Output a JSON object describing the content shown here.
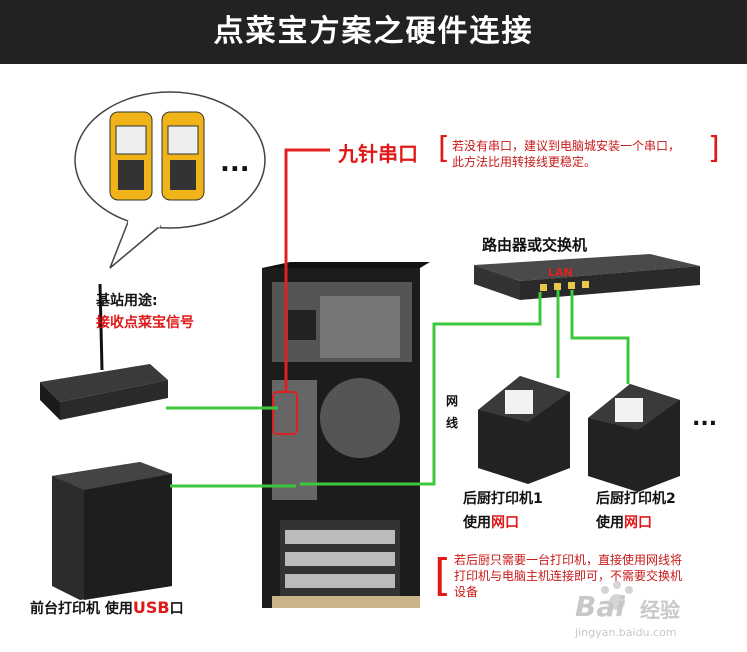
{
  "header": {
    "title": "点菜宝方案之硬件连接"
  },
  "phones": {
    "ellipsis": "..."
  },
  "base_station": {
    "label": "基站用途:",
    "purpose": "接收点菜宝信号"
  },
  "serial": {
    "label": "九针串口",
    "note_line1": "若没有串口，建议到电脑城安装一个串口，",
    "note_line2": "此方法比用转接线更稳定。"
  },
  "router": {
    "label": "路由器或交换机",
    "port_label": "LAN"
  },
  "cable": {
    "label_1": "网",
    "label_2": "线"
  },
  "kitchen_printers": [
    {
      "name": "后厨打印机1",
      "use_prefix": "使用",
      "use_port": "网口"
    },
    {
      "name": "后厨打印机2",
      "use_prefix": "使用",
      "use_port": "网口"
    }
  ],
  "kitchen_ellipsis": "...",
  "front_printer": {
    "name": "前台打印机 使用",
    "port": "USB",
    "suffix": "口"
  },
  "footer_note": {
    "line1": "若后厨只需要一台打印机，直接使用网线将",
    "line2": "打印机与电脑主机连接即可，不需要交换机",
    "line3": "设备"
  },
  "watermark": {
    "brand": "Bai",
    "brand2": "经验",
    "url": "jingyan.baidu.com"
  },
  "colors": {
    "title_bg": "#222222",
    "accent_red": "#e01818",
    "cable_green": "#3cc83c",
    "serial_red": "#e02020"
  }
}
